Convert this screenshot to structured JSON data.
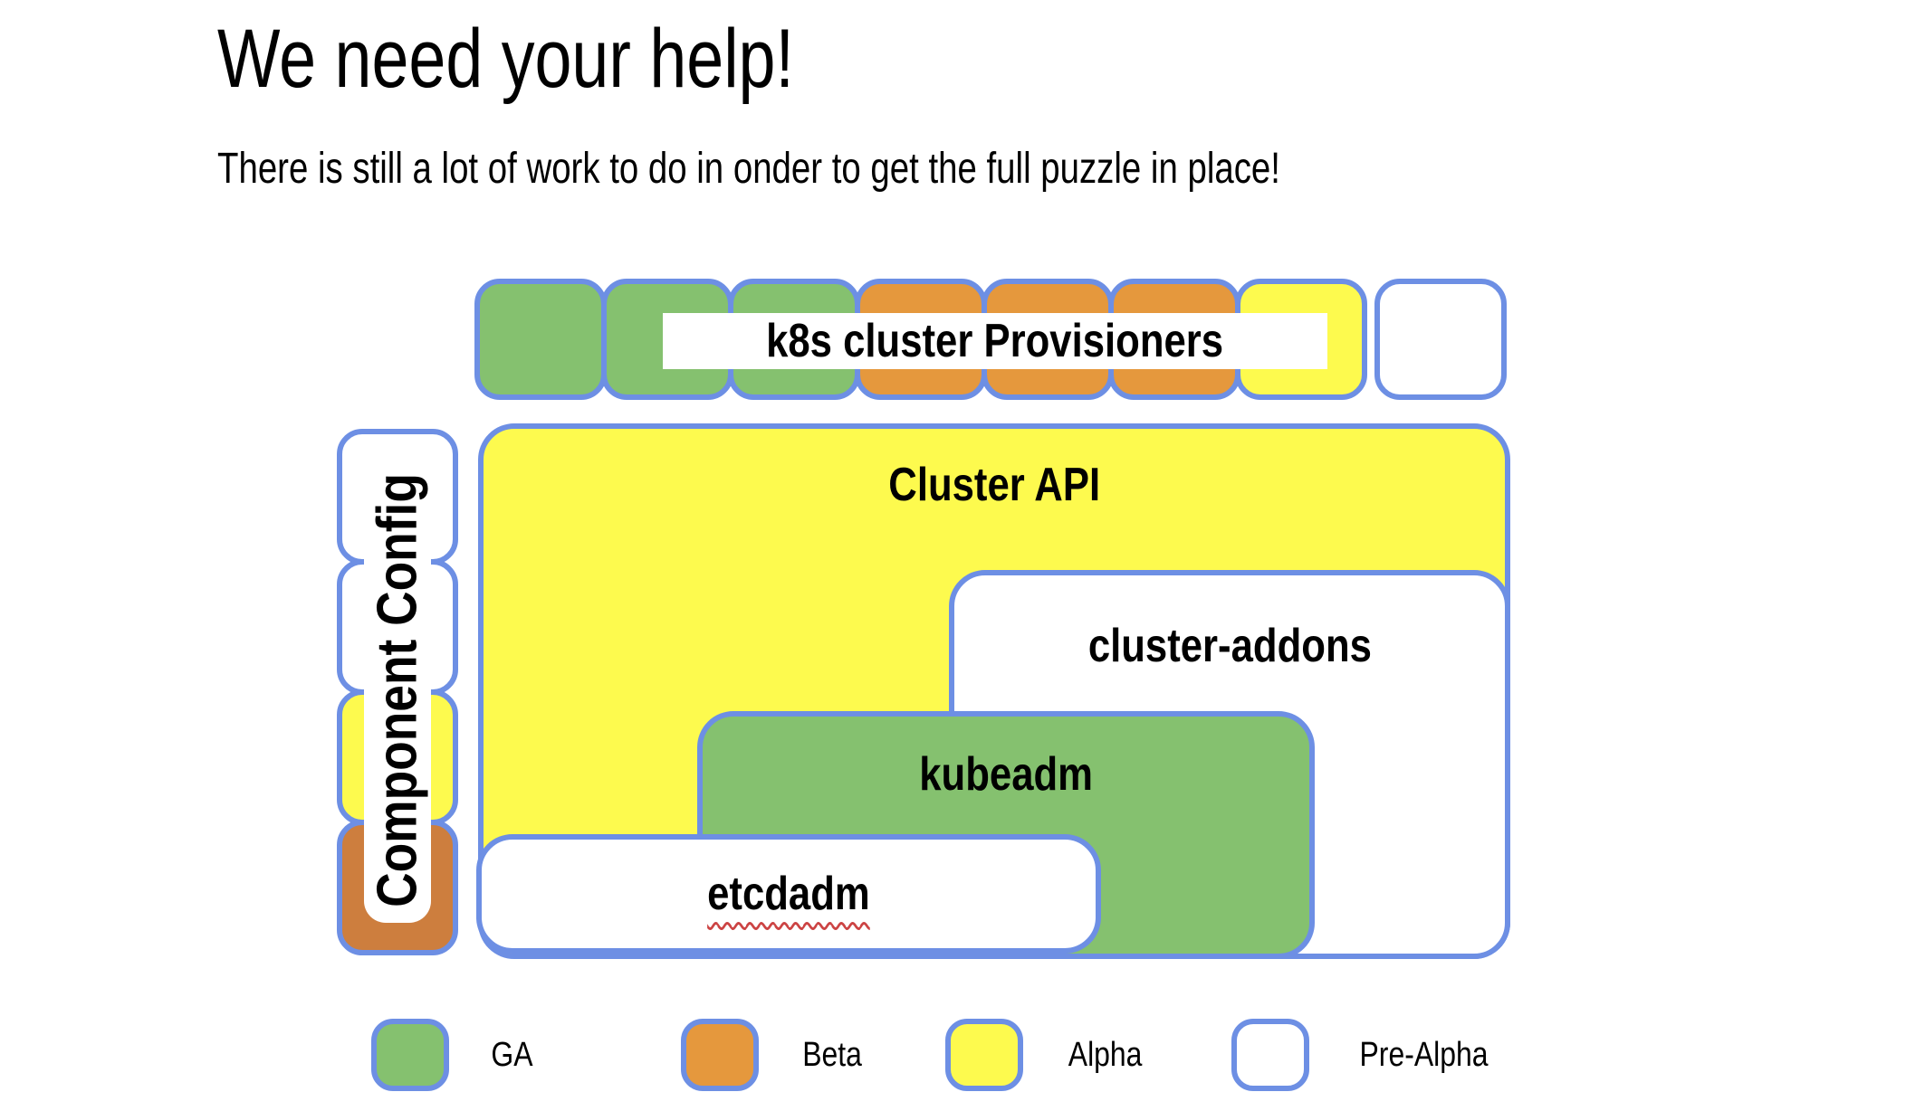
{
  "title": "We need your help!",
  "subtitle": "There is still a lot of work to do in onder to get the full puzzle in place!",
  "colors": {
    "border": "#6d8fe4",
    "ga": "#85c16f",
    "beta": "#e5983d",
    "beta_dark": "#cd7e3e",
    "alpha": "#fdfa4e",
    "pre_alpha": "#ffffff",
    "squiggle": "#cc4444"
  },
  "provisioners_row": {
    "label": "k8s cluster Provisioners",
    "pieces": [
      "ga",
      "ga",
      "ga",
      "beta",
      "beta",
      "beta",
      "alpha",
      "pre_alpha"
    ]
  },
  "component_config": {
    "label": "Component Config",
    "pieces": [
      "pre_alpha",
      "pre_alpha",
      "alpha",
      "beta_dark"
    ]
  },
  "boxes": [
    {
      "id": "cluster-api",
      "label": "Cluster API",
      "status": "alpha"
    },
    {
      "id": "cluster-addons",
      "label": "cluster-addons",
      "status": "pre_alpha"
    },
    {
      "id": "kubeadm",
      "label": "kubeadm",
      "status": "ga"
    },
    {
      "id": "etcdadm",
      "label": "etcdadm",
      "status": "pre_alpha",
      "misspelled": true
    }
  ],
  "legend": [
    {
      "label": "GA",
      "status": "ga"
    },
    {
      "label": "Beta",
      "status": "beta"
    },
    {
      "label": "Alpha",
      "status": "alpha"
    },
    {
      "label": "Pre-Alpha",
      "status": "pre_alpha"
    }
  ]
}
